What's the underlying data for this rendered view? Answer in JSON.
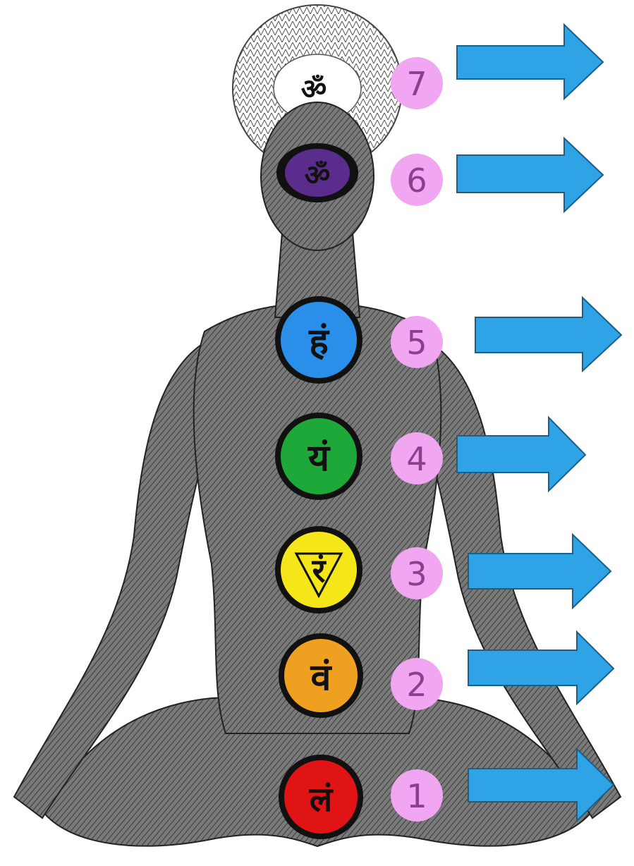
{
  "figure": {
    "crown_symbol": "ॐ",
    "chakras": [
      {
        "number": "1",
        "symbol": "लं",
        "color": "#e01414"
      },
      {
        "number": "2",
        "symbol": "वं",
        "color": "#f0a020"
      },
      {
        "number": "3",
        "symbol": "रं",
        "color": "#f5e61a"
      },
      {
        "number": "4",
        "symbol": "यं",
        "color": "#1fa83a"
      },
      {
        "number": "5",
        "symbol": "हं",
        "color": "#2a8fe8"
      },
      {
        "number": "6",
        "symbol": "ॐ",
        "color": "#5a2d8c"
      },
      {
        "number": "7",
        "symbol": "ॐ",
        "color": "#ffffff"
      }
    ],
    "badge_color": "#f0a6f0",
    "arrow_color": "#2ea3e6",
    "body_color": "#6e6e6e"
  }
}
